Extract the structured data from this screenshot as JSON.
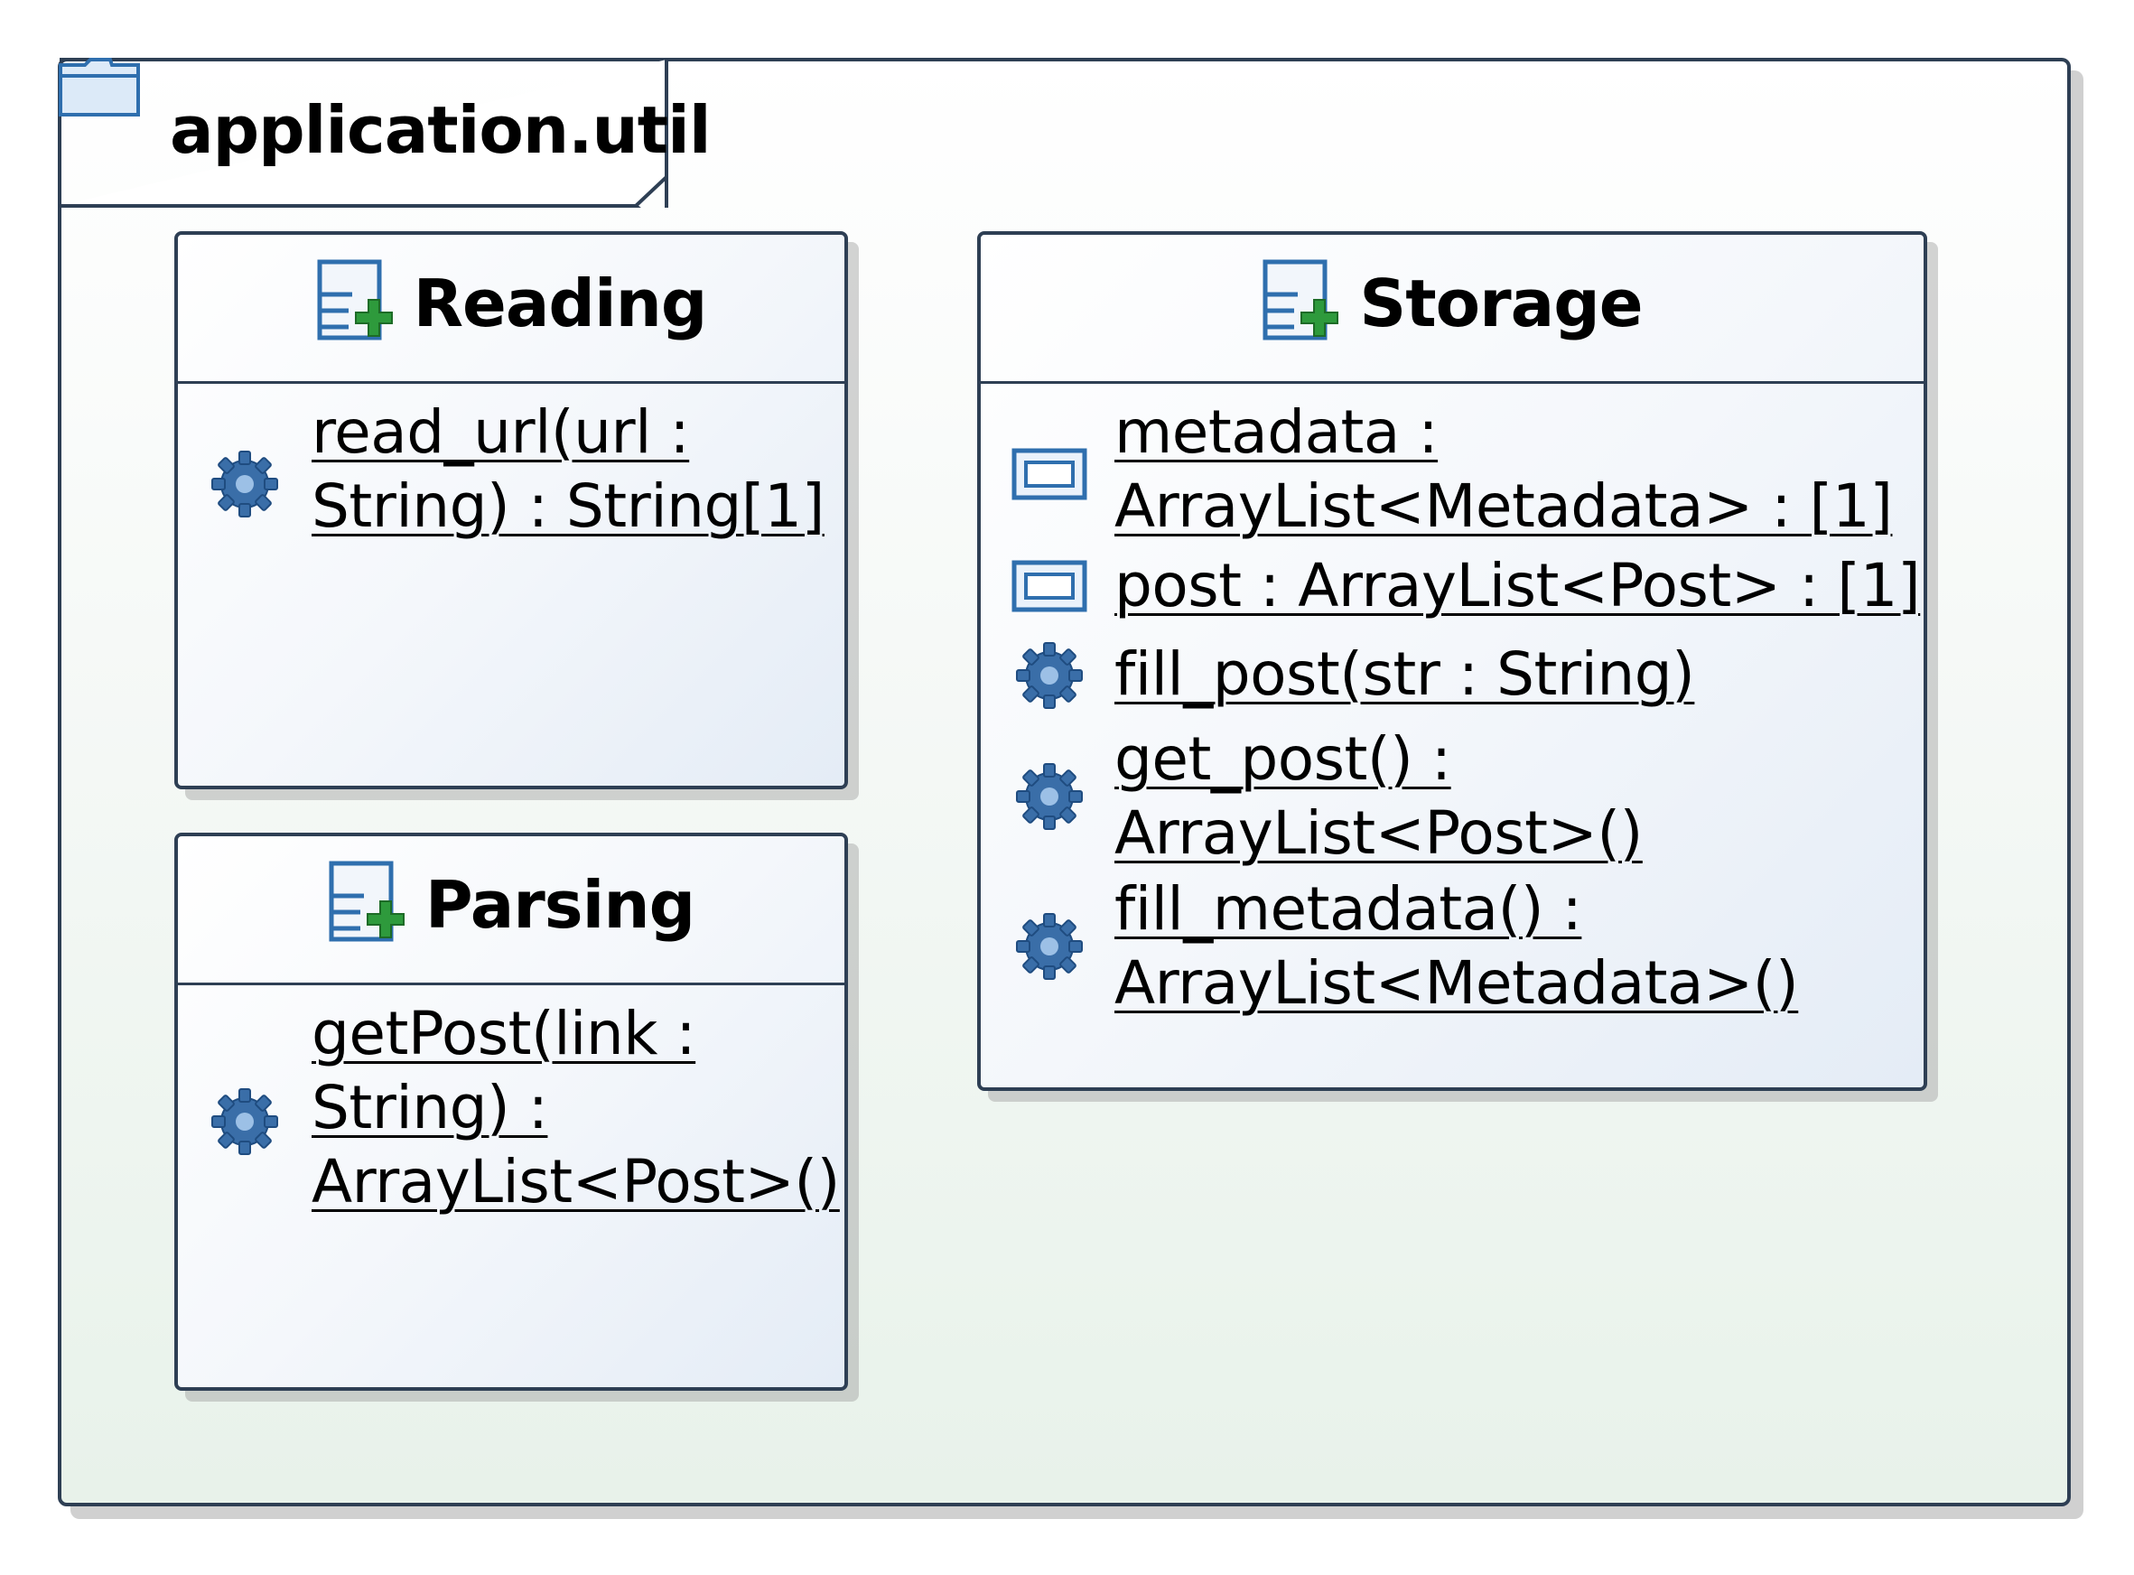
{
  "package": {
    "name": "application.util",
    "icon": "folder-icon"
  },
  "classes": [
    {
      "name": "Reading",
      "icon": "class-icon",
      "members": [
        {
          "kind": "operation",
          "icon": "gear-icon",
          "lines": [
            "read_url(url : ",
            "String) : String[1]"
          ]
        }
      ]
    },
    {
      "name": "Parsing",
      "icon": "class-icon",
      "members": [
        {
          "kind": "operation",
          "icon": "gear-icon",
          "lines": [
            "getPost(link : ",
            "String) : ",
            "ArrayList<Post>()"
          ]
        }
      ]
    },
    {
      "name": "Storage",
      "icon": "class-icon",
      "members": [
        {
          "kind": "attribute",
          "icon": "attribute-icon",
          "lines": [
            "metadata : ",
            "ArrayList<Metadata> :  [1]"
          ]
        },
        {
          "kind": "attribute",
          "icon": "attribute-icon",
          "lines": [
            "post : ArrayList<Post> :  [1]"
          ]
        },
        {
          "kind": "operation",
          "icon": "gear-icon",
          "lines": [
            "fill_post(str : String)"
          ]
        },
        {
          "kind": "operation",
          "icon": "gear-icon",
          "lines": [
            "get_post() : ",
            "ArrayList<Post>()"
          ]
        },
        {
          "kind": "operation",
          "icon": "gear-icon",
          "lines": [
            "fill_metadata() : ",
            "ArrayList<Metadata>()"
          ]
        }
      ]
    }
  ],
  "colors": {
    "border": "#2e3f54",
    "icon_blue": "#2f6fae",
    "plus_green": "#2e9a3c"
  }
}
